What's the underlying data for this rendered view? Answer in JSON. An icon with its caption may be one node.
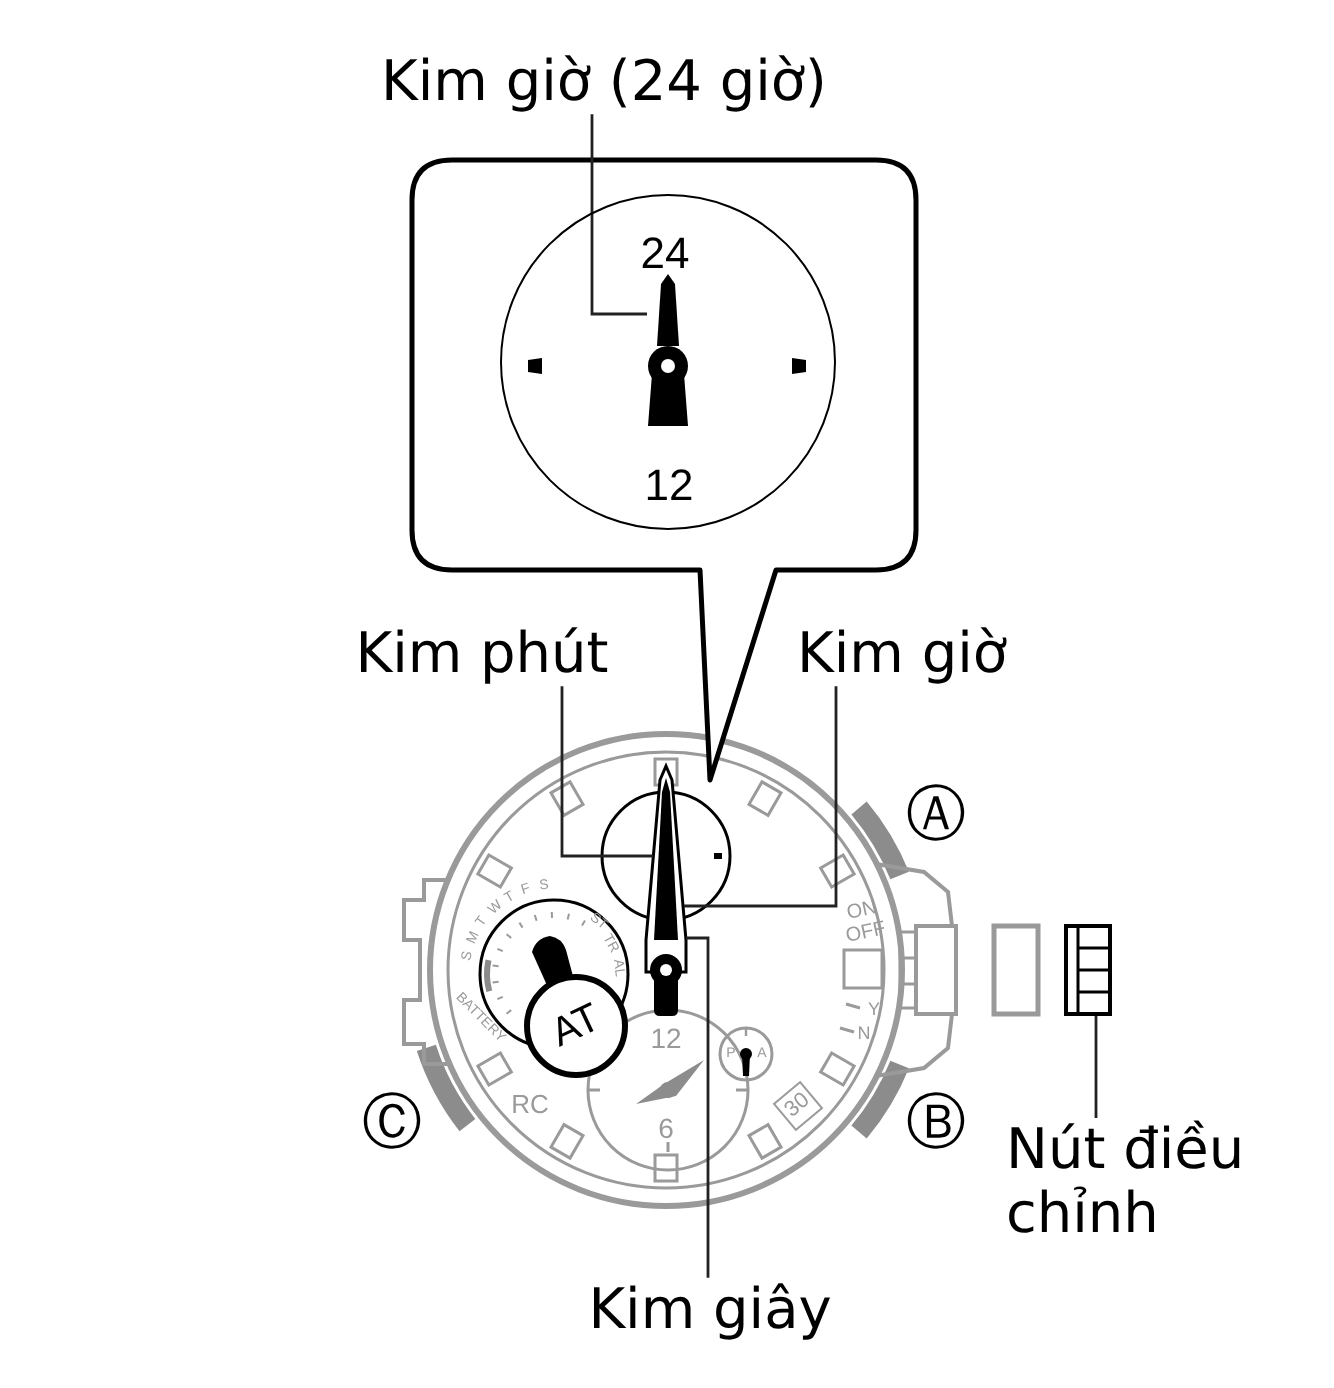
{
  "diagram": {
    "nodes": [
      {
        "text": [
          "Kim giờ (24 giờ)"
        ]
      },
      {
        "text": [
          "24",
          "12"
        ]
      },
      {
        "text": [],
        "shape": "picture",
        "in": 1
      },
      {
        "text": [
          "Kim phút"
        ]
      },
      {
        "text": [
          "Kim giờ"
        ]
      },
      {
        "text": [
          "AT"
        ]
      },
      {
        "text": [
          "30"
        ]
      },
      {
        "text": [
          "Nút điều chỉnh"
        ]
      },
      {
        "text": [
          "Kim giây"
        ]
      }
    ],
    "edges": [
      {
        "from": 0,
        "to": 2,
        "arrow": "none"
      },
      {
        "from": 3,
        "to": null,
        "arrow": "none"
      },
      {
        "from": 4,
        "to": null,
        "arrow": "none"
      },
      {
        "from": 7,
        "to": null,
        "arrow": "none"
      },
      {
        "from": 8,
        "to": null,
        "arrow": "none"
      }
    ],
    "labels": [
      "Ⓐ",
      "S",
      "M",
      "T",
      "W",
      "T",
      "F",
      "S",
      "ON",
      "ST",
      "OFF",
      "TR",
      "AL",
      "Y",
      "BATTERY",
      "N",
      "12",
      "P",
      "A",
      "RC",
      "Ⓒ",
      "Ⓑ",
      "6"
    ]
  }
}
